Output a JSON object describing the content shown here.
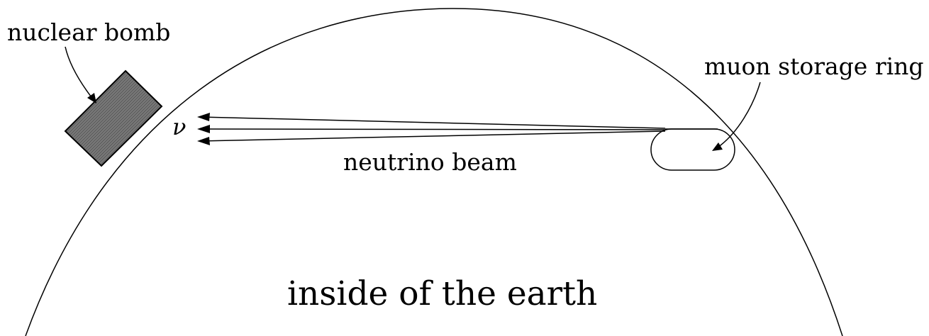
{
  "labels": {
    "bomb": "nuclear bomb",
    "ring": "muon storage ring",
    "beam": "neutrino beam",
    "nu": "ν",
    "earth": "inside of the earth"
  },
  "colors": {
    "line": "#000000",
    "bomb_fill": "#6b6b6b",
    "background": "#ffffff"
  }
}
